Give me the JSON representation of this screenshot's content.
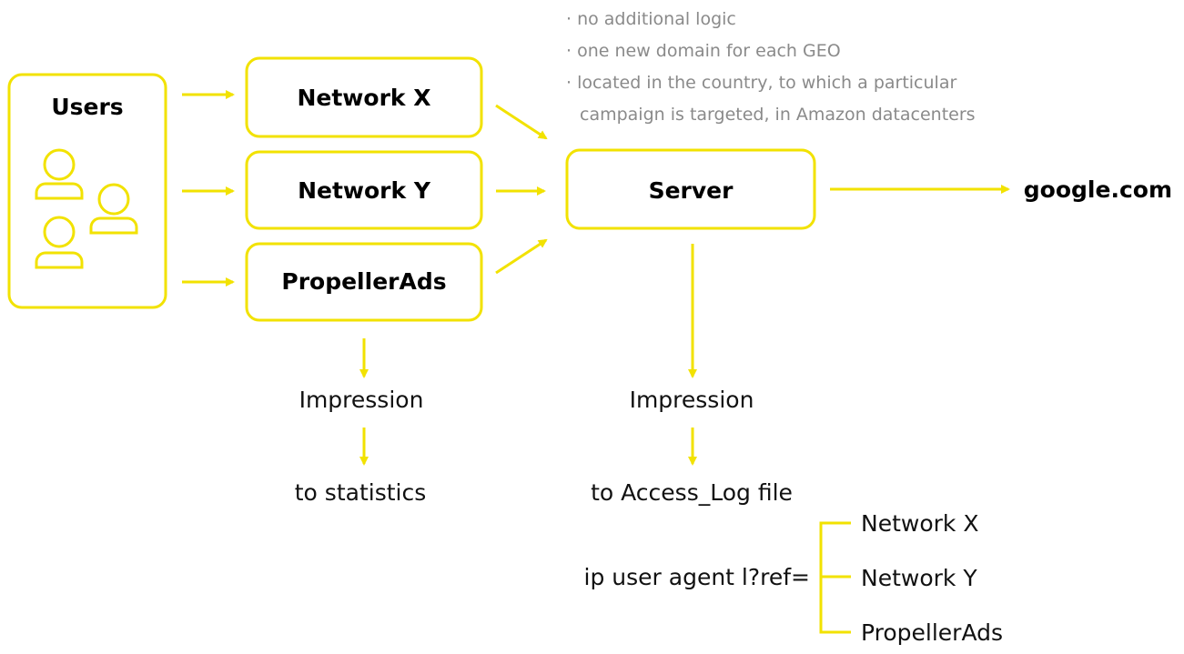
{
  "colors": {
    "accent": "#f2e200",
    "text": "#111111",
    "note": "#8a8a8a"
  },
  "server_notes": [
    "· no additional logic",
    "· one new domain for each GEO",
    "· located in the country, to which a particular",
    "campaign is targeted, in Amazon datacenters"
  ],
  "users": {
    "label": "Users",
    "icon": "users-icon"
  },
  "networks": [
    "Network X",
    "Network Y",
    "PropellerAds"
  ],
  "server": {
    "label": "Server"
  },
  "destination": "google.com",
  "left_flow": {
    "step1": "Impression",
    "step2": "to statistics"
  },
  "right_flow": {
    "step1": "Impression",
    "step2": "to Access_Log file"
  },
  "log_format": {
    "label": "ip user agent l?ref=",
    "refs": [
      "Network X",
      "Network Y",
      "PropellerAds"
    ]
  }
}
